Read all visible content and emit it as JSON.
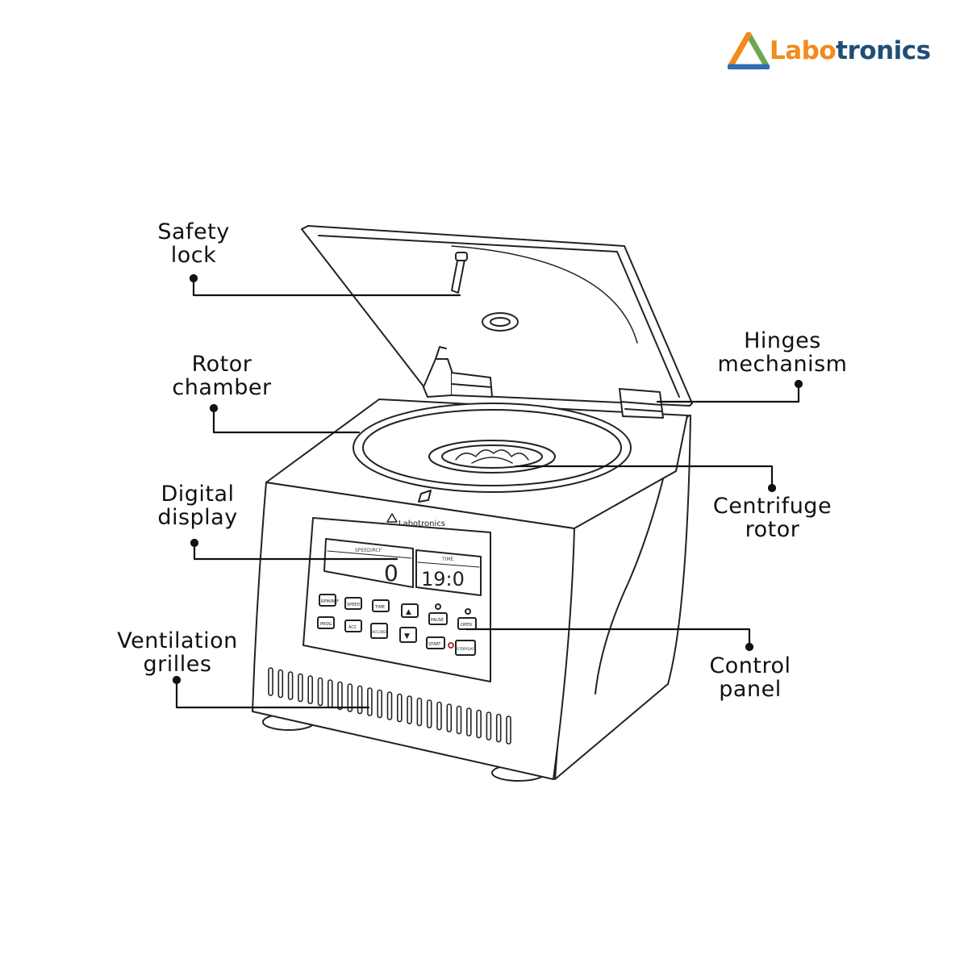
{
  "brand": {
    "name_part1": "Labo",
    "name_part2": "tronics",
    "colors": {
      "orange": "#f28a1c",
      "navy": "#1f4e79",
      "green": "#6aa84f",
      "blue": "#2f6db5"
    }
  },
  "device": {
    "brand_label": "Labotronics",
    "display_left_caption": "SPEED/RCF",
    "display_right_caption": "TIME",
    "display_speed_value": "0",
    "display_time_value": "19:0",
    "buttons_row1": [
      "RPM/RCF",
      "SPEED",
      "TIME",
      "▲",
      "PAUSE",
      "OPEN"
    ],
    "buttons_row2": [
      "PROG",
      "ACC",
      "ACC/DEC",
      "▼",
      "START",
      "STOP/SAFE"
    ]
  },
  "labels": {
    "safety_lock": [
      "Safety",
      "lock"
    ],
    "rotor_chamber": [
      "Rotor",
      "chamber"
    ],
    "digital_display": [
      "Digital",
      "display"
    ],
    "ventilation_grilles": [
      "Ventilation",
      "grilles"
    ],
    "hinges_mechanism": [
      "Hinges",
      "mechanism"
    ],
    "centrifuge_rotor": [
      "Centrifuge",
      "rotor"
    ],
    "control_panel": [
      "Control",
      "panel"
    ]
  }
}
